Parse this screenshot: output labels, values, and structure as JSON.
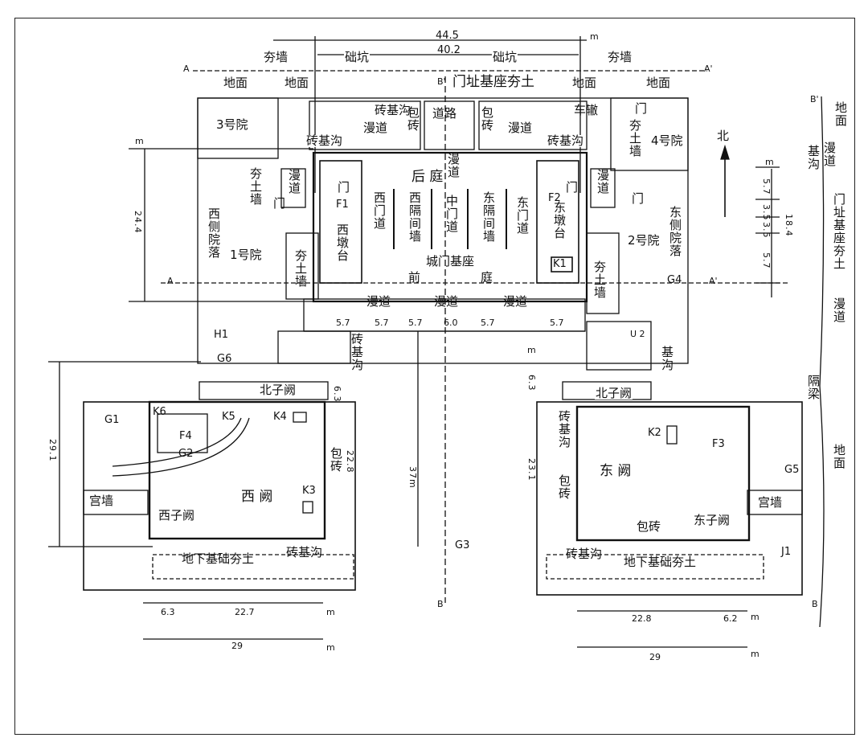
{
  "labels": {
    "hangqiang_l": "夯墙",
    "chukeng_l": "础坑",
    "chukeng_r": "础坑",
    "hangqiang_r": "夯墙",
    "dimian_1": "地面",
    "dimian_2": "地面",
    "dimian_3": "地面",
    "dimian_4": "地面",
    "a_left": "A",
    "a_right": "A'",
    "a2_left": "A",
    "a2_right": "A'",
    "b_top": "B'",
    "b_top_r": "B'",
    "b_bottom": "B",
    "b_bottom_r": "B",
    "menzhi": "门址基座夯土",
    "zhuanjigou_top": "砖基沟",
    "daolu": "道路",
    "mandao_1": "漫道",
    "baozhuan_1": "包砖",
    "baozhuan_2": "包砖",
    "mandao_2": "漫道",
    "cheche": "车辙",
    "men_ne": "门",
    "yard3": "3号院",
    "yard4": "4号院",
    "zhuanjigou_l": "砖基沟",
    "zhuanjigou_r": "砖基沟",
    "hangtu_ne": "夯土墙",
    "north": "北",
    "hangtu_w": "夯土墙",
    "mandao_w": "漫道",
    "men_w": "门",
    "men_f1": "门",
    "f1": "F1",
    "xidun": "西墩台",
    "mandao_e": "漫道",
    "men_e": "门",
    "f2": "F2",
    "men_f2": "门",
    "houting": "后    庭",
    "mandao_c": "漫道",
    "ximendao": "西门道",
    "xigejian": "西隔间墙",
    "zhongmendao": "中门道",
    "donggejian": "东隔间墙",
    "dongmendao": "东门道",
    "dongdun": "东墩台",
    "k1": "K1",
    "chengmen": "城门基座",
    "qianting_q": "前",
    "qianting_t": "庭",
    "xice": "西侧院落",
    "yard1": "1号院",
    "hangtu_w2": "夯土墙",
    "yard2": "2号院",
    "dongce": "东侧院落",
    "hangtu_e2": "夯土墙",
    "g4": "G4",
    "mandao_s1": "漫道",
    "mandao_s2": "漫道",
    "mandao_s3": "漫道",
    "d57a": "5.7",
    "d57b": "5.7",
    "d57c": "5.7",
    "d60": "6.0",
    "d57d": "5.7",
    "d57e": "5.7",
    "h1": "H1",
    "g6": "G6",
    "zhuanjigou_c": "砖基沟",
    "u2": "U 2",
    "jigou_e": "基沟",
    "beiziq_l": "北子阙",
    "beiziq_r": "北子阙",
    "d63a": "6.3",
    "d63b": "6.3",
    "g1": "G1",
    "k6": "K6",
    "k5": "K5",
    "k4": "K4",
    "f4": "F4",
    "g2": "G2",
    "gongqiang_l": "宫墙",
    "xiziq": "西子阙",
    "xique": "西  阙",
    "k3": "K3",
    "baozhuan_w": "包砖",
    "d228": "22.8",
    "d37m": "37m",
    "dijichu_l": "地下基础夯土",
    "zhuanjigou_sw": "砖基沟",
    "g3": "G3",
    "d291": "29.1",
    "zhuanjigou_e2": "砖基沟",
    "baozhuan_e": "包砖",
    "d231": "23.1",
    "dongque": "东  阙",
    "k2": "K2",
    "f3": "F3",
    "g5": "G5",
    "gongqiang_r": "宫墙",
    "dongziq": "东子阙",
    "baozhuan_s": "包砖",
    "dijichu_r": "地下基础夯土",
    "zhuanjigou_se": "砖基沟",
    "j1": "J1",
    "geliang": "隔梁",
    "dimian_v": "地面",
    "mandao_v": "漫道",
    "menzhi_v": "门址基座夯土",
    "jigou_v": "基沟",
    "mandao_v2": "漫道",
    "dimian_v2": "地面",
    "d445": "44.5",
    "d402": "40.2",
    "m1": "m",
    "m2": "m",
    "m3": "m",
    "m4": "m",
    "d244": "24.4",
    "d57r1": "5.7",
    "d35a": "3.5",
    "d35b": "3.5",
    "d57r2": "5.7",
    "d184": "18.4",
    "d63c": "6.3",
    "d227": "22.7",
    "d29a": "29",
    "d228b": "22.8",
    "d62": "6.2",
    "d29b": "29",
    "m5": "m",
    "m6": "m",
    "m7": "m",
    "m8": "m"
  }
}
